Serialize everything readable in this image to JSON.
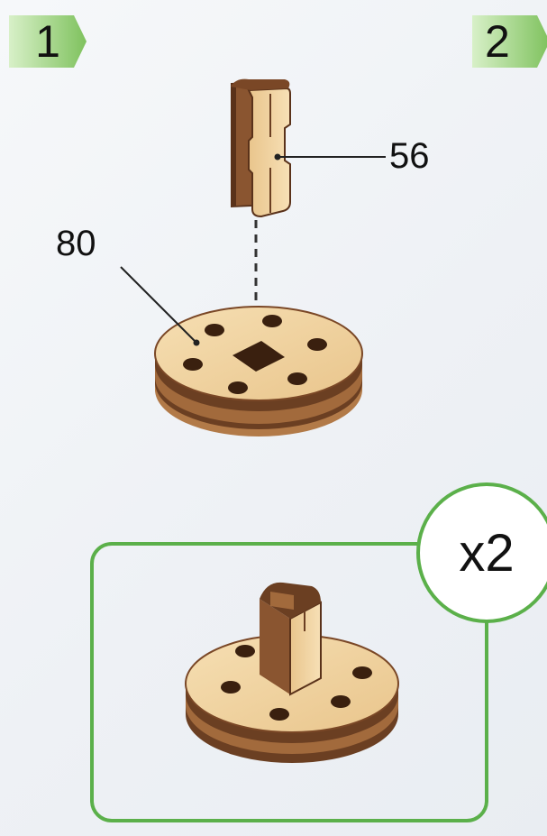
{
  "steps": [
    {
      "number": "1"
    },
    {
      "number": "2"
    }
  ],
  "parts": {
    "peg_label": "56",
    "disc_label": "80"
  },
  "result": {
    "quantity": "x2"
  },
  "colors": {
    "accent_green": "#5bb04a",
    "tag_green": "#8ccf6b",
    "wood_light": "#f2d6a4",
    "wood_dark": "#6b3f22",
    "wood_mid": "#a26a3c"
  }
}
